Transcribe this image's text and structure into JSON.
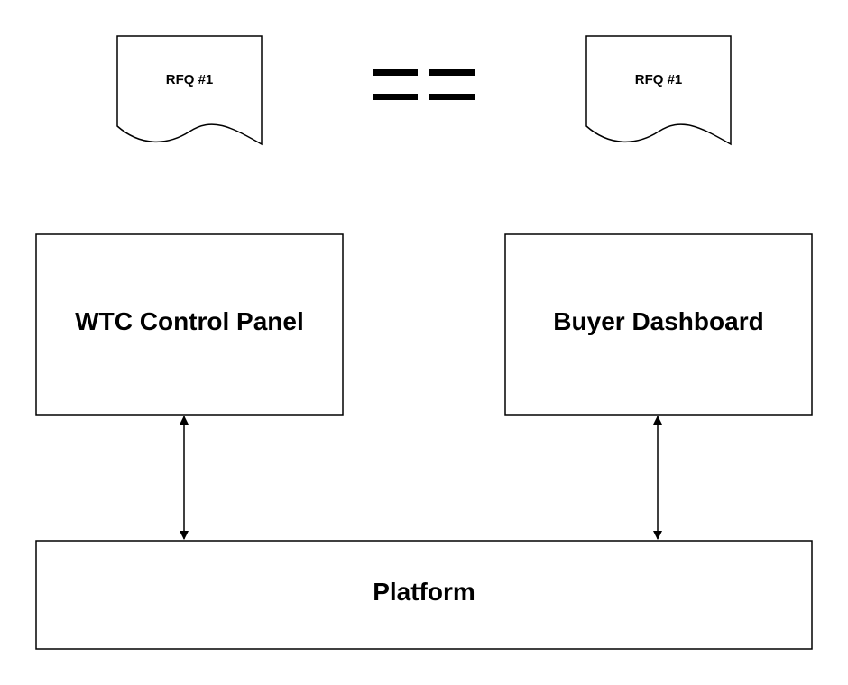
{
  "documents": [
    {
      "label": "RFQ #1"
    },
    {
      "label": "RFQ #1"
    }
  ],
  "boxes": {
    "wtc_control_panel": "WTC Control Panel",
    "buyer_dashboard": "Buyer Dashboard",
    "platform": "Platform"
  },
  "colors": {
    "stroke": "#000000",
    "fill": "#ffffff",
    "text": "#000000"
  }
}
